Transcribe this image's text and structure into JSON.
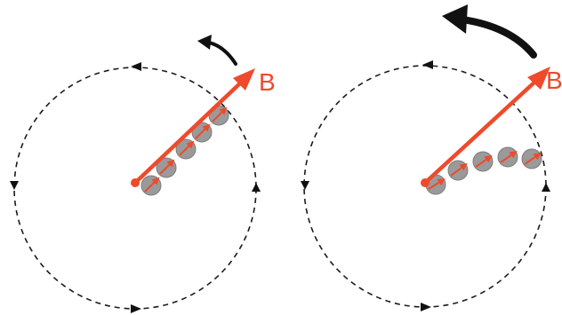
{
  "panels": [
    {
      "field_label": "B"
    },
    {
      "field_label": "B"
    }
  ],
  "colors": {
    "field_arrow": "#ee4a2b",
    "bead": "#9a9a9a",
    "bead_edge": "#7d7d7d",
    "orbit": "#1a1a1a",
    "rotation_arrow": "#111111",
    "background": "#ffffff"
  },
  "icons": {
    "orbit_direction": "triangle-arrowhead",
    "rotation": "curved-arrow",
    "field": "straight-arrow"
  }
}
